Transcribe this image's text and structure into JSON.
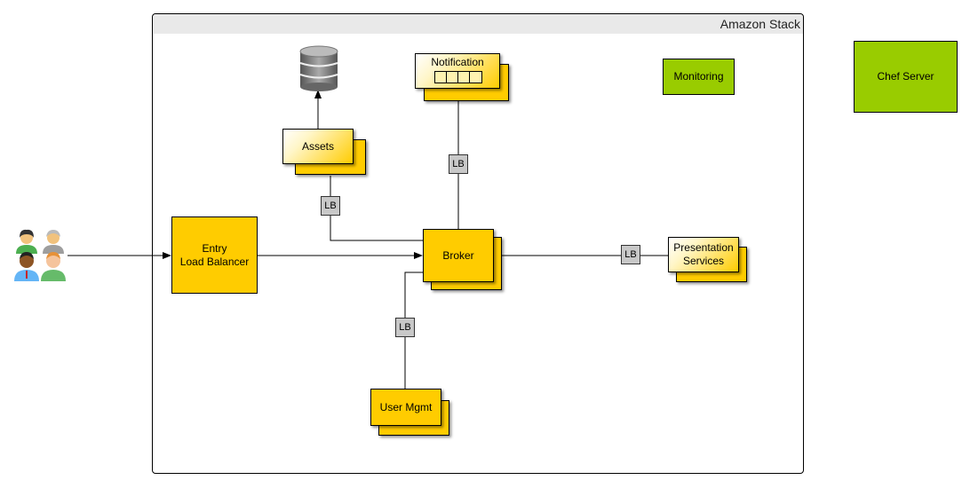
{
  "container": {
    "title": "Amazon Stack"
  },
  "nodes": {
    "entry_lb": "Entry\nLoad Balancer",
    "broker": "Broker",
    "assets": "Assets",
    "notification": "Notification",
    "presentation": "Presentation\nServices",
    "user_mgmt": "User Mgmt",
    "monitoring": "Monitoring",
    "chef_server": "Chef Server"
  },
  "load_balancers": {
    "assets": "LB",
    "notification": "LB",
    "presentation": "LB",
    "user_mgmt": "LB"
  },
  "icons": {
    "users": "users-group-icon",
    "database": "database-icon",
    "queue": "message-queue-icon"
  },
  "colors": {
    "gold": "#ffcc00",
    "green": "#99cc00",
    "lb_gray": "#c8c8c8",
    "header": "#e9e9e9"
  }
}
